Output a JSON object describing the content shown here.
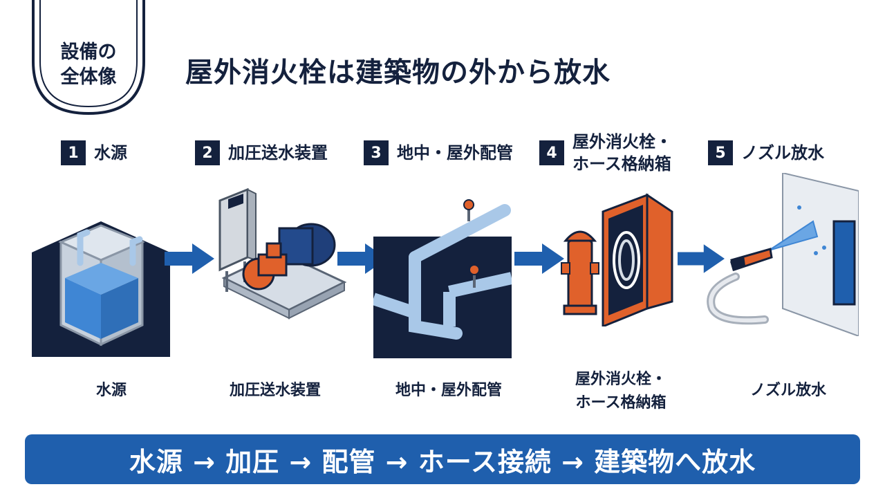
{
  "badge": {
    "line1": "設備の",
    "line2": "全体像"
  },
  "title": "屋外消火栓は建築物の外から放水",
  "steps": [
    {
      "num": "1",
      "label": "水源",
      "label2": "",
      "caption": "水源",
      "caption2": ""
    },
    {
      "num": "2",
      "label": "加圧送水装置",
      "label2": "",
      "caption": "加圧送水装置",
      "caption2": ""
    },
    {
      "num": "3",
      "label": "地中・屋外配管",
      "label2": "",
      "caption": "地中・屋外配管",
      "caption2": ""
    },
    {
      "num": "4",
      "label": "屋外消火栓・",
      "label2": "ホース格納箱",
      "caption": "屋外消火栓・",
      "caption2": "ホース格納箱"
    },
    {
      "num": "5",
      "label": "ノズル放水",
      "label2": "",
      "caption": "ノズル放水",
      "caption2": ""
    }
  ],
  "banner": "水源 → 加圧 → 配管 → ホース接続 → 建築物へ放水",
  "colors": {
    "navy": "#14213d",
    "blue": "#1f5fad",
    "water": "#3f86d4",
    "orange": "#e0612b",
    "pipe": "#a9c8e8"
  }
}
